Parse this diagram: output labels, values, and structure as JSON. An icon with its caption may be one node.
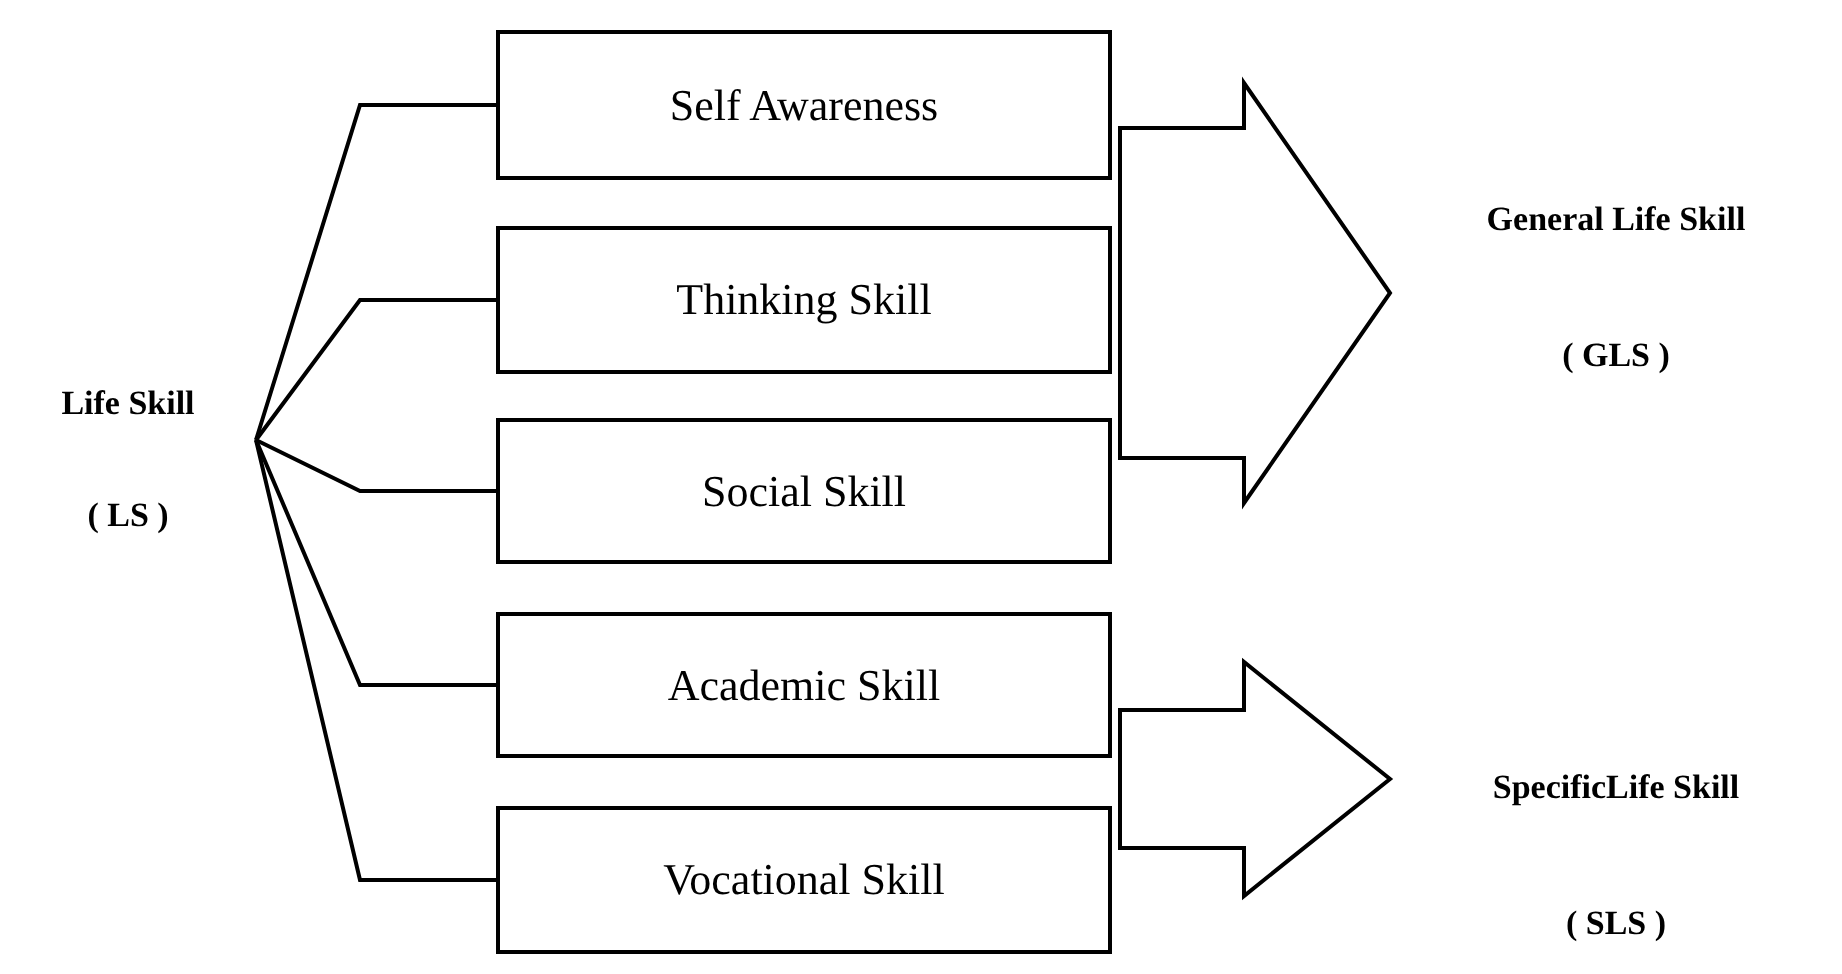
{
  "diagram": {
    "nodes": [
      {
        "text": [
          "Life Skill",
          "( LS )"
        ]
      },
      {
        "text": [
          "Self Awareness"
        ]
      },
      {
        "text": [
          "Thinking Skill"
        ]
      },
      {
        "text": [
          "Social Skill"
        ]
      },
      {
        "text": [
          "Academic Skill"
        ]
      },
      {
        "text": [
          "Vocational Skill"
        ]
      },
      {
        "text": [
          "General Life Skill",
          "( GLS )"
        ]
      },
      {
        "text": [
          "SpecificLife Skill",
          "( SLS )"
        ]
      }
    ],
    "edges": [
      {
        "from": 0,
        "to": 1,
        "arrow": "none"
      },
      {
        "from": 0,
        "to": 2,
        "arrow": "none"
      },
      {
        "from": 0,
        "to": 3,
        "arrow": "none"
      },
      {
        "from": 0,
        "to": 4,
        "arrow": "none"
      },
      {
        "from": 0,
        "to": 5,
        "arrow": "none"
      },
      {
        "from": 1,
        "to": 6,
        "arrow": "to"
      },
      {
        "from": 2,
        "to": 6,
        "arrow": "to"
      },
      {
        "from": 3,
        "to": 6,
        "arrow": "to"
      },
      {
        "from": 4,
        "to": 7,
        "arrow": "to"
      },
      {
        "from": 5,
        "to": 7,
        "arrow": "to"
      }
    ]
  }
}
